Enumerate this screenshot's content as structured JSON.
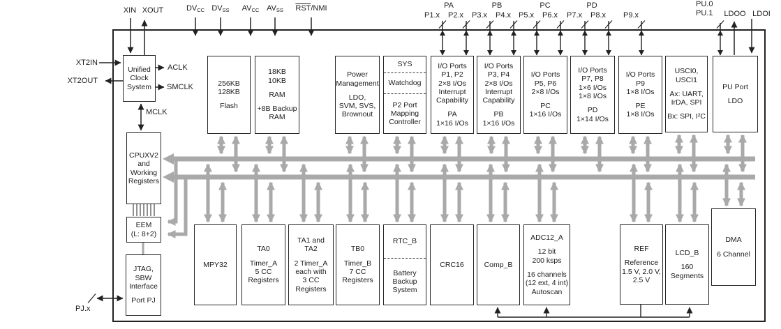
{
  "colors": {
    "line_black": "#222222",
    "bus_gray": "#a9a9a9"
  },
  "pins": {
    "xin": "XIN",
    "xout": "XOUT",
    "dvcc": {
      "base": "DV",
      "sub": "CC"
    },
    "dvss": {
      "base": "DV",
      "sub": "SS"
    },
    "avcc": {
      "base": "AV",
      "sub": "CC"
    },
    "avss": {
      "base": "AV",
      "sub": "SS"
    },
    "rst_nmi": {
      "overline": "RST",
      "rest": "/NMI"
    },
    "groups": [
      "PA",
      "PB",
      "PC",
      "PD"
    ],
    "ports": [
      "P1.x",
      "P2.x",
      "P3.x",
      "P4.x",
      "P5.x",
      "P6.x",
      "P7.x",
      "P8.x",
      "P9.x"
    ],
    "pu0": "PU.0",
    "pu1": "PU.1",
    "ldoo": "LDOO",
    "ldoi": "LDOI",
    "xt2in": "XT2IN",
    "xt2out": "XT2OUT",
    "pjx": "PJ.x"
  },
  "clock": {
    "aclk": "ACLK",
    "smclk": "SMCLK",
    "mclk": "MCLK"
  },
  "blocks": {
    "ucs": {
      "lines": [
        "Unified",
        "Clock",
        "System"
      ]
    },
    "cpu": {
      "lines": [
        "CPUXV2",
        "and",
        "Working",
        "Registers"
      ]
    },
    "eem": {
      "lines": [
        "EEM",
        "(L: 8+2)"
      ]
    },
    "jtag": {
      "lines": [
        "JTAG,",
        "SBW",
        "Interface",
        "",
        "Port PJ"
      ]
    },
    "flash": {
      "lines": [
        "256KB",
        "128KB",
        "",
        "Flash"
      ]
    },
    "ram": {
      "lines": [
        "18KB",
        "10KB",
        "",
        "RAM",
        "",
        "+8B Backup",
        "RAM"
      ]
    },
    "pmm": {
      "lines": [
        "Power",
        "Management",
        "",
        "LDO,",
        "SVM, SVS,",
        "Brownout"
      ]
    },
    "sys": {
      "seg1": [
        "SYS"
      ],
      "seg2": [
        "Watchdog"
      ],
      "seg3": [
        "P2 Port",
        "Mapping",
        "Controller"
      ]
    },
    "pa": {
      "lines": [
        "I/O Ports",
        "P1, P2",
        "2×8 I/Os",
        "Interrupt",
        "Capability",
        "",
        "PA",
        "1×16 I/Os"
      ]
    },
    "pb": {
      "lines": [
        "I/O Ports",
        "P3, P4",
        "2×8 I/Os",
        "Interrupt",
        "Capability",
        "",
        "PB",
        "1×16 I/Os"
      ]
    },
    "pc": {
      "lines": [
        "I/O Ports",
        "P5, P6",
        "2×8 I/Os",
        "",
        "PC",
        "1×16 I/Os"
      ]
    },
    "pd": {
      "lines": [
        "I/O Ports",
        "P7, P8",
        "1×6 I/Os",
        "1×8 I/Os",
        "",
        "PD",
        "1×14 I/Os"
      ]
    },
    "pe": {
      "lines": [
        "I/O Ports",
        "P9",
        "1×8 I/Os",
        "",
        "PE",
        "1×8 I/Os"
      ]
    },
    "usci": {
      "lines": [
        "USCI0,",
        "USCI1",
        "",
        "Ax: UART,",
        "IrDA, SPI",
        "",
        "Bx: SPI, I²C"
      ]
    },
    "pu": {
      "lines": [
        "PU Port",
        "",
        "LDO"
      ]
    },
    "mpy": {
      "lines": [
        "MPY32"
      ]
    },
    "ta0": {
      "lines": [
        "TA0",
        "",
        "Timer_A",
        "5 CC",
        "Registers"
      ]
    },
    "ta12": {
      "lines": [
        "TA1 and",
        "TA2",
        "",
        "2 Timer_A",
        "each with",
        "3 CC",
        "Registers"
      ]
    },
    "tb0": {
      "lines": [
        "TB0",
        "",
        "Timer_B",
        "7 CC",
        "Registers"
      ]
    },
    "rtc": {
      "seg1": [
        "RTC_B"
      ],
      "seg2": [
        "Battery",
        "Backup",
        "System"
      ]
    },
    "crc": {
      "lines": [
        "CRC16"
      ]
    },
    "comp": {
      "lines": [
        "Comp_B"
      ]
    },
    "adc": {
      "lines": [
        "ADC12_A",
        "",
        "12 bit",
        "200 ksps",
        "",
        "16 channels",
        "(12 ext, 4 int)",
        "Autoscan"
      ]
    },
    "ref": {
      "lines": [
        "REF",
        "",
        "Reference",
        "1.5 V, 2.0 V,",
        "2.5 V"
      ]
    },
    "lcd": {
      "lines": [
        "LCD_B",
        "",
        "160",
        "Segments"
      ]
    },
    "dma": {
      "lines": [
        "DMA",
        "",
        "6 Channel"
      ]
    }
  }
}
